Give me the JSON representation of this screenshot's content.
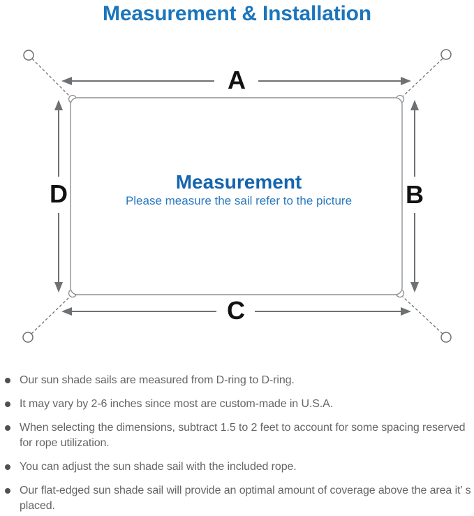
{
  "page": {
    "title": "Measurement & Installation"
  },
  "diagram": {
    "labels": {
      "top": "A",
      "right": "B",
      "bottom": "C",
      "left": "D"
    },
    "center_heading": "Measurement",
    "center_subtitle": "Please measure the sail refer to the picture"
  },
  "bullets": {
    "items": [
      {
        "text": "Our sun shade sails are measured from D-ring to D-ring."
      },
      {
        "text": "It may vary by 2-6 inches since most are custom-made in U.S.A."
      },
      {
        "text": "When selecting the dimensions, subtract 1.5 to 2 feet to account for some spacing reserved for rope utilization."
      },
      {
        "text": "You can adjust the sun shade sail with the included rope."
      },
      {
        "text": "Our flat-edged sun shade sail will provide an optimal amount of coverage above the area it’ s placed."
      }
    ]
  },
  "colors": {
    "title_blue": "#1B75BC",
    "heading_blue": "#1565AE",
    "subtitle_blue": "#2B79BE",
    "line_gray": "#8E9194",
    "arrow_gray": "#6E7174",
    "text_gray": "#656565",
    "dot_gray": "#4F5052",
    "label_black": "#111111"
  }
}
